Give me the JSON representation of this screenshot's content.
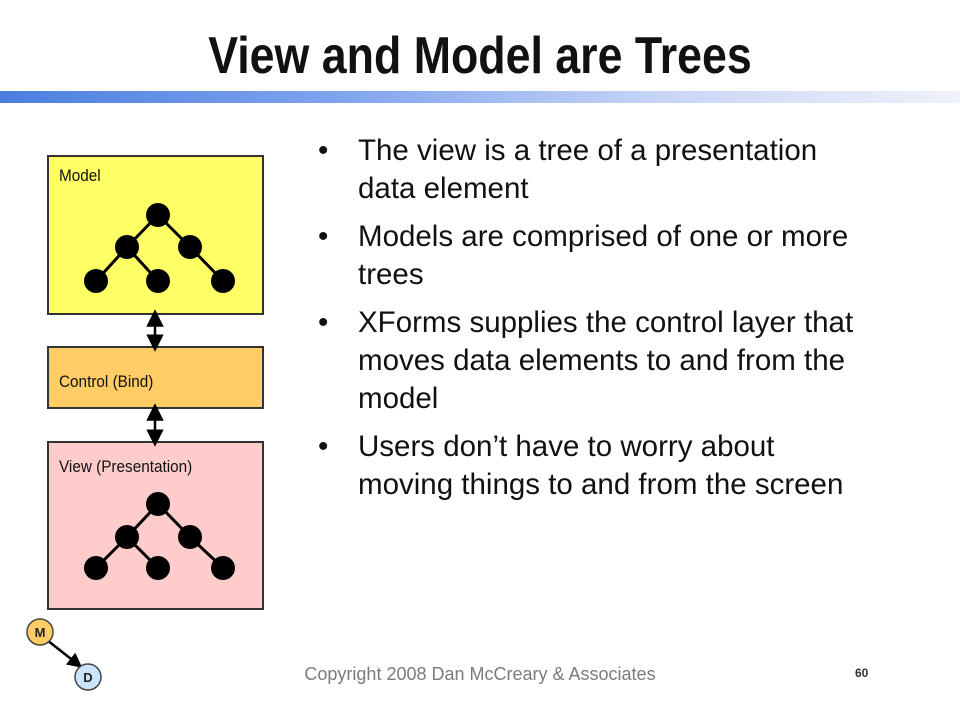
{
  "slide": {
    "title": "View and Model are Trees",
    "bullets": [
      "The view is a tree of a presentation data element",
      "Models are comprised of one or more trees",
      "XForms supplies the control layer that moves data elements to and from the model",
      "Users don’t have to worry about moving things to and from the screen"
    ],
    "footer": "Copyright 2008 Dan McCreary & Associates",
    "page_number": "60"
  },
  "diagram": {
    "model_label": "Model",
    "control_label": "Control (Bind)",
    "view_label": "View (Presentation)",
    "colors": {
      "model_fill": "#ffff66",
      "control_fill": "#ffcc66",
      "view_fill": "#ffcccc",
      "logo_m_fill": "#ffcc66",
      "logo_d_fill": "#cce5ff"
    }
  },
  "logo": {
    "m": "M",
    "d": "D"
  }
}
